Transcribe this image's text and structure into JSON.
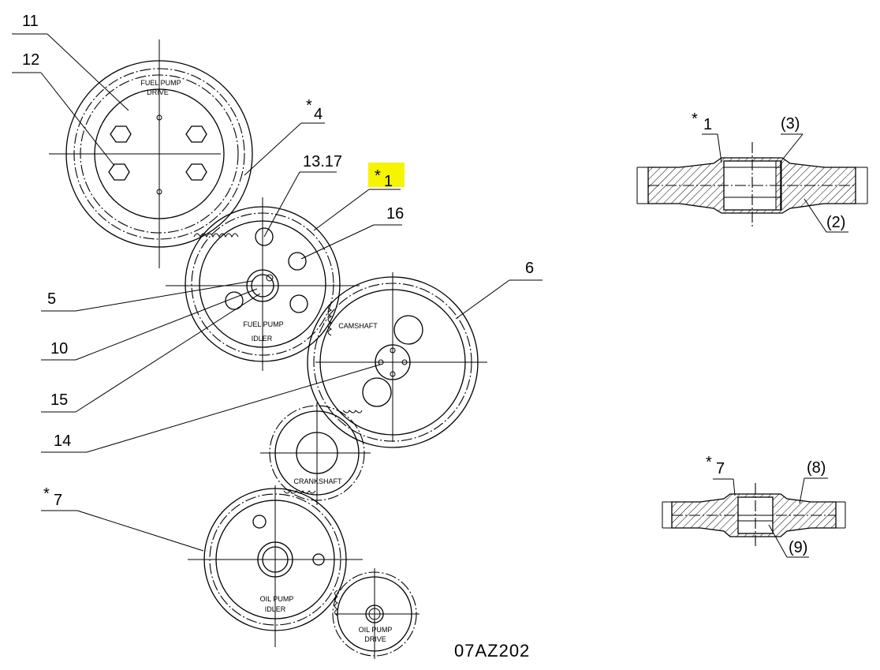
{
  "drawing_code": "07AZ202",
  "gears": {
    "fuel_pump_drive": [
      "FUEL PUMP",
      "DRIVE"
    ],
    "fuel_pump_idler": [
      "FUEL PUMP",
      "IDLER"
    ],
    "camshaft": "CAMSHAFT",
    "crankshaft": "CRANKSHAFT",
    "oil_pump_idler": [
      "OIL PUMP",
      "IDLER"
    ],
    "oil_pump_drive": [
      "OIL PUMP",
      "DRIVE"
    ]
  },
  "callouts": {
    "c11": "11",
    "c12": "12",
    "c4": "4",
    "c13_17": "13.17",
    "c1": "1",
    "c16": "16",
    "c5": "5",
    "c6": "6",
    "c10": "10",
    "c15": "15",
    "c14": "14",
    "c7": "7"
  },
  "section_views": {
    "upper": {
      "ref": "1",
      "part3": "(3)",
      "part2": "(2)"
    },
    "lower": {
      "ref": "7",
      "part8": "(8)",
      "part9": "(9)"
    }
  },
  "star_mark": "*",
  "highlight_color": "#f5f500"
}
